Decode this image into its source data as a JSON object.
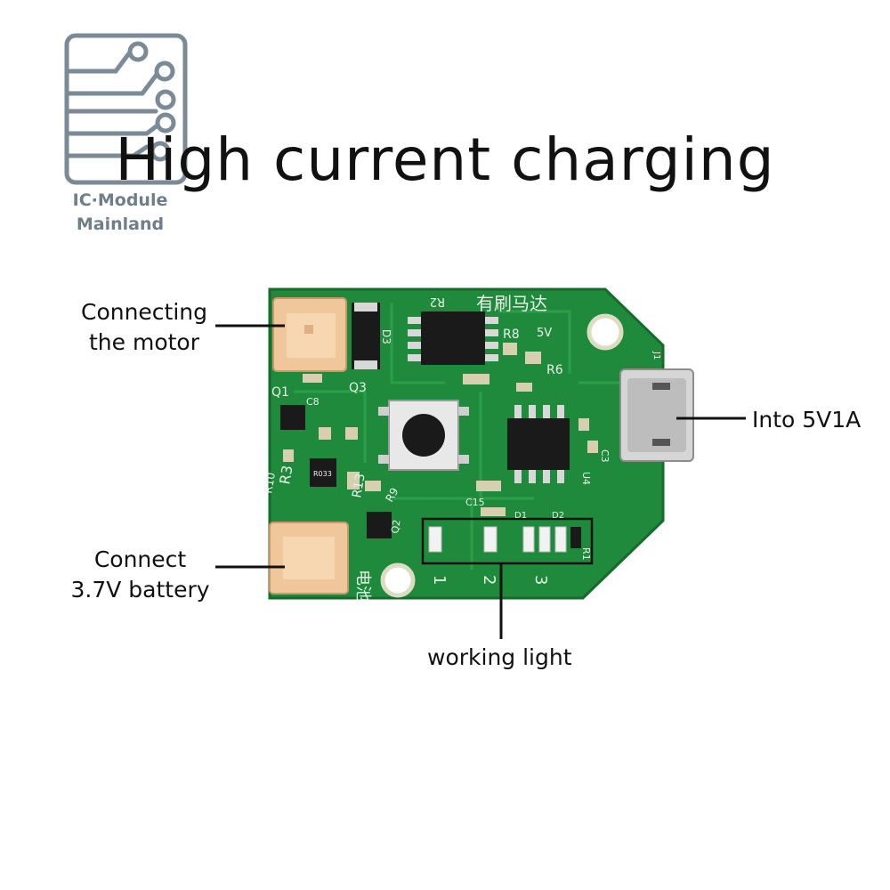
{
  "title": "High current charging",
  "logo": {
    "line1": "IC·Module",
    "line2": "Mainland"
  },
  "labels": {
    "motor": [
      "Connecting",
      "the motor"
    ],
    "battery": [
      "Connect",
      "3.7V battery"
    ],
    "into": "Into 5V1A",
    "light": "working light"
  },
  "board": {
    "silk_top": "有刷马达",
    "silk_battery": "电池",
    "refs": [
      "R2",
      "R8",
      "5V",
      "R6",
      "D3",
      "Q1",
      "Q3",
      "C8",
      "R10",
      "R3",
      "R13",
      "R9",
      "Q2",
      "C15",
      "D1",
      "D2",
      "R1",
      "C3",
      "U4",
      "J1",
      "R033"
    ],
    "led_numbers": [
      "1",
      "2",
      "3"
    ]
  },
  "colors": {
    "pcb": "#1f8a3c",
    "pcb_dark": "#17702f",
    "connector": "#f0c79a",
    "chip": "#1a1a1a",
    "metal": "#d8d8d8",
    "logo": "#6f7f8a"
  }
}
